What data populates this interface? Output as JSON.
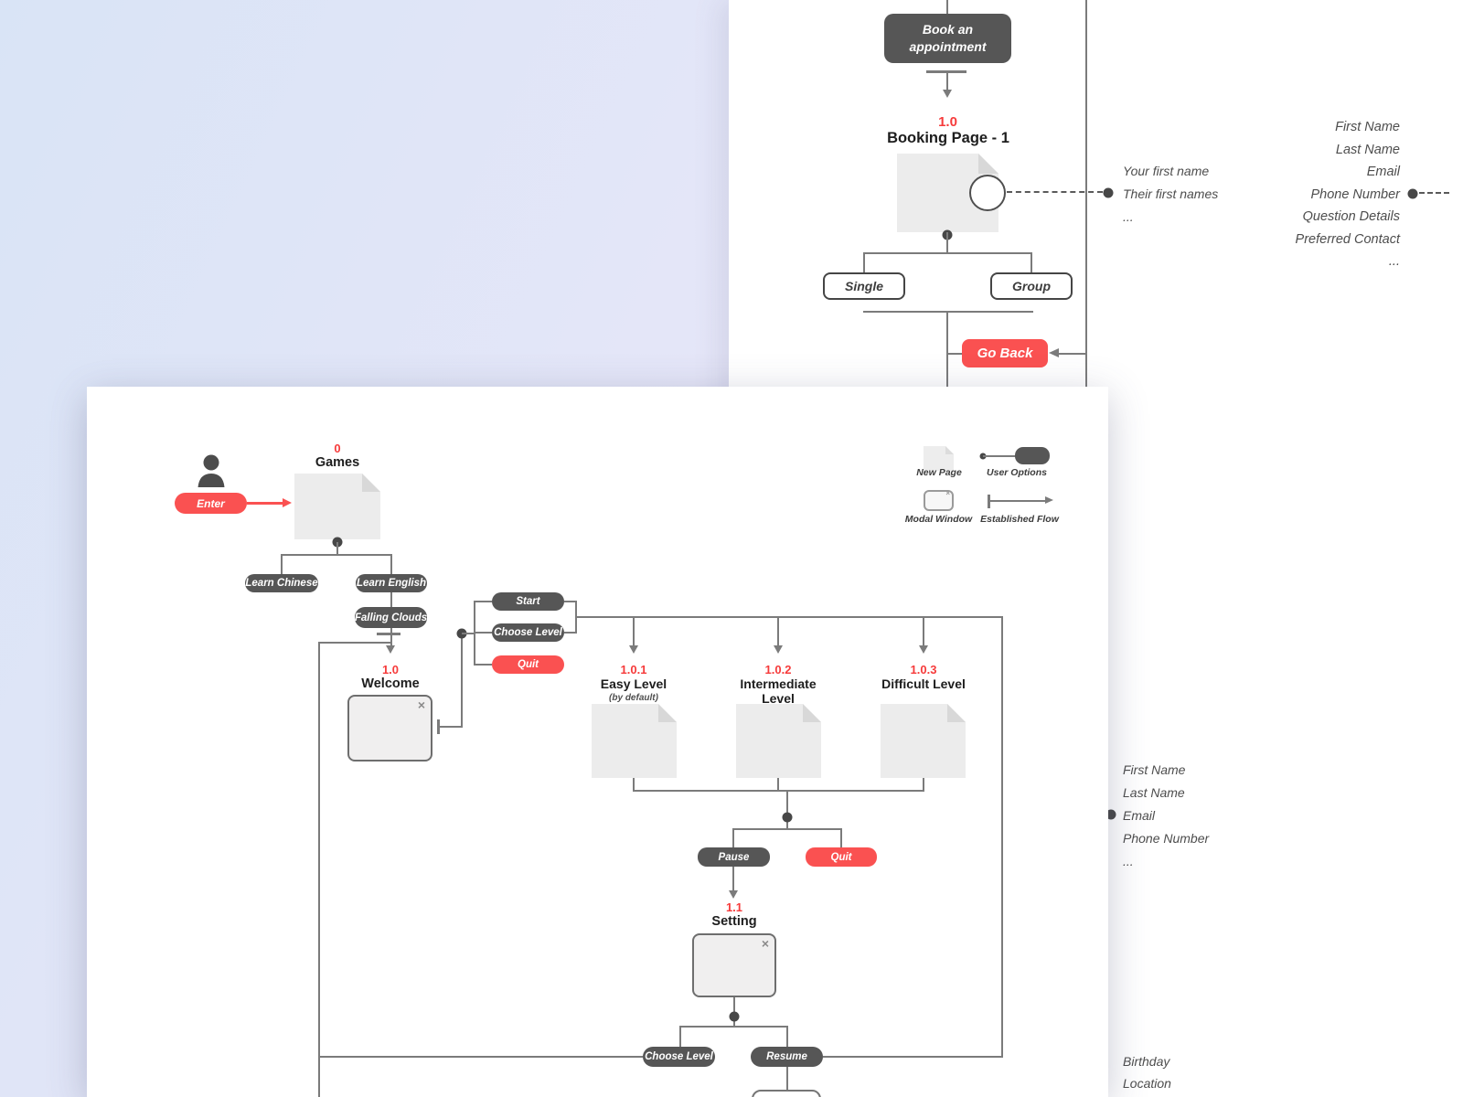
{
  "colors": {
    "accent_red": "#fa5151",
    "red_text": "#f63b3b",
    "node_dark": "#565656",
    "connector_gray": "#7b7b7b",
    "page_fill": "#ececec",
    "modal_fill": "#f0efef"
  },
  "icons": {
    "close": "×",
    "person": "person-icon"
  },
  "booking_flow": {
    "entry_label": "Book an appointment",
    "number": "1.0",
    "title": "Booking Page - 1",
    "option_single": "Single",
    "option_group": "Group",
    "go_back_label": "Go Back",
    "notes_left": [
      "Your first name",
      "Their first names",
      "..."
    ],
    "notes_right": [
      "First Name",
      "Last Name",
      "Email",
      "Phone Number",
      "Question Details",
      "Preferred Contact",
      "..."
    ],
    "notes_mid": [
      "First Name",
      "Last Name",
      "Email",
      "Phone Number",
      "..."
    ],
    "notes_bottom": [
      "Birthday",
      "Location"
    ]
  },
  "games_flow": {
    "enter_label": "Enter",
    "root_number": "0",
    "root_title": "Games",
    "learn_chinese": "Learn Chinese",
    "learn_english": "Learn English",
    "falling_clouds": "Falling Clouds",
    "welcome_number": "1.0",
    "welcome_title": "Welcome",
    "menu_start": "Start",
    "menu_choose_level": "Choose Level",
    "menu_quit": "Quit",
    "level1_number": "1.0.1",
    "level1_title": "Easy Level",
    "level1_note": "(by default)",
    "level2_number": "1.0.2",
    "level2_title": "Intermediate Level",
    "level3_number": "1.0.3",
    "level3_title": "Difficult Level",
    "pause": "Pause",
    "quit": "Quit",
    "setting_number": "1.1",
    "setting_title": "Setting",
    "choose_level": "Choose Level",
    "resume": "Resume"
  },
  "legend": {
    "new_page": "New Page",
    "user_options": "User Options",
    "modal_window": "Modal Window",
    "established_flow": "Established Flow"
  }
}
